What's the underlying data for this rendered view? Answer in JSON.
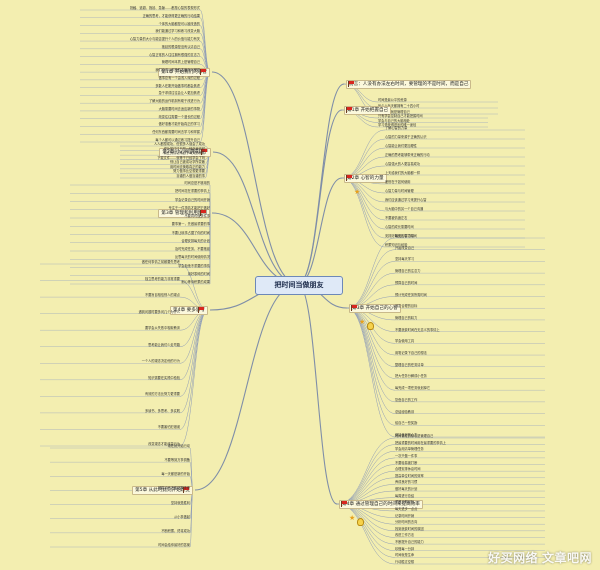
{
  "root": {
    "title": "把时间当做朋友"
  },
  "chapters": [
    {
      "id": "c0",
      "label": "第1章 开始我们的心智",
      "nodes": [
        "抵触、逃避、拖延、急躁……都是心智的表现形式",
        "正确的思考，才能获得更正确的行动结果",
        "个体的大脑都是可以被改造的",
        "我们能通过学习和练习改变大脑",
        "心智力量的大小与能否提升个人的价值与能力有关",
        "拖延的根源是没有认清自己",
        "心智正常的人往往拥有很强的意志力",
        "管理时间本质上是管理自己",
        "我们应该以积极的态度面对困难",
        "做事总有一个由浅入深的过程",
        "多数人在刚开始做事时都会焦虑",
        "急于求成往往会让人更加焦虑",
        "了解大脑的运作机制有助于改进行为",
        "大脑需要时间去适应新的事物",
        "改变往往需要一个漫长的过程",
        "做好准备才能开始真正的学习",
        "任何东西都需要时间去学习和掌握",
        "每个人都可以通过练习提升自己"
      ],
      "icons": [
        "flag"
      ]
    },
    {
      "id": "c1",
      "label": "第2章 小心所谓成功学",
      "nodes": [
        "人人都想成功，但很多人误会了成功",
        "成功学往往只是一种自我安慰",
        "真正的成功来自于每天的积累",
        "下载文件……就等于已经学会了吗",
        "别让自己被成功学所蒙蔽",
        "用时间去换取真正的能力",
        "努力做事比空想更重要",
        "靠谱的人做靠谱的事"
      ],
      "icons": [
        "flag"
      ]
    },
    {
      "id": "c2",
      "label": "第3章 管理和利用时间",
      "nodes": [
        "时间总是不够用的",
        "把时间花在重要的事情上",
        "学会记录自己的时间开销",
        "专注于一件事情才能把它做好",
        "不要同时做多件事",
        "要事第一，先做最重要的事",
        "不要让琐事占据了你的时间",
        "合理安排每天的计划",
        "及时完成任务，不要拖延",
        "反思每天的时间使用情况",
        "学会拒绝不重要的事情",
        "用好零碎的时间",
        "耐心等待积累的成果"
      ],
      "icons": [
        "flag"
      ]
    },
    {
      "id": "c3",
      "label": "第4章 要多思考",
      "nodes": [
        "做任何事情之前都要先思考",
        "独立思考的能力非常重要",
        "不要盲目相信别人的观点",
        "遇到问题时要多问几个为什么",
        "要学会从失败中吸取教训",
        "思考能让我们少走弯路",
        "一个人的观念决定他的行为",
        "知识需要在实践中检验",
        "有效的方法比努力更重要",
        "多读书、多思考、多实践",
        "不要害怕犯错误",
        "改变观念才能改变行为"
      ],
      "icons": [
        "flag"
      ]
    },
    {
      "id": "c4",
      "label": "第5章 从此时此刻开始改变",
      "nodes": [
        "现在就开始行动",
        "不要等到万事俱备",
        "每一天都是新的开始",
        "把握当下才能把握未来",
        "坚持就是胜利",
        "从小事做起",
        "不断积累，终将成功",
        "时间会给你最好的答案"
      ],
      "icons": [
        "flag"
      ]
    },
    {
      "id": "c5",
      "label": "前言：人没有办法左右时间，要管理的不是时间，而是自己",
      "nodes": [
        "时间是最公平的资源",
        "每个人每天都拥有二十四小时",
        "管理时间就是管理自己"
      ],
      "icons": [
        "flag"
      ]
    },
    {
      "id": "c6",
      "label": "第1章 开始把握自己",
      "nodes": [
        "只有学会控制自己才能把握时间",
        "学会与自己的大脑相处",
        "学习是获得进步的唯一途径"
      ],
      "icons": [
        "flag"
      ]
    },
    {
      "id": "c7",
      "label": "第2章 心智的力量",
      "nodes": [
        "了解心智的力量",
        "心智的力量来源于正确的认识",
        "心智能让我们更加理性",
        "正确的思考能够带来正确的行动",
        "心智强大的人更容易成功",
        "上天给我们的大脑都一样",
        "差别在于如何使用",
        "心智力量与时间管理",
        "我们应该通过学习来提升心智",
        "与大脑中的另一个自己沟通",
        "不要被情绪左右",
        "心智的成长需要时间",
        "安排好每天的学习时间",
        "积累知识与经验"
      ],
      "icons": [
        "flag",
        "star"
      ]
    },
    {
      "id": "c8",
      "label": "第3章 开始自己的心智",
      "nodes": [
        "相信心智力量",
        "开始改变自己",
        "坚持每天学习",
        "管理自己的注意力",
        "预算自己的时间",
        "预计完成任务所需时间",
        "设定合理的目标",
        "管理自己的精力",
        "不要浪费时间在无意义的事情上",
        "学会使用工具",
        "用笔记录下自己的想法",
        "整理自己的任务清单",
        "把大任务分解成小任务",
        "每完成一项任务就划掉它",
        "复盘自己的工作",
        "总结经验教训",
        "给自己一些奖励",
        "保持良好的心态"
      ],
      "icons": [
        "flag",
        "star",
        "bulb"
      ]
    },
    {
      "id": "c9",
      "label": "第4章 通过管理自己的时间来提高效率",
      "nodes": [
        "时间管理的核心是管理自己",
        "把最重要的时间用在最重要的事情上",
        "学会用清单管理任务",
        "一次只做一件事",
        "不要轻易被打断",
        "合理安排休息时间",
        "提高单位时间的效率",
        "养成良好的习惯",
        "做好每天的计划",
        "每周进行总结",
        "重视长期目标",
        "每天进步一点点",
        "记录时间开销",
        "分析时间的去向",
        "找到浪费时间的原因",
        "改进工作方法",
        "不断提升自己的能力",
        "珍惜每一分钟",
        "时间就是生命",
        "行动胜过空想"
      ],
      "icons": [
        "flag",
        "star",
        "bulb"
      ]
    }
  ],
  "watermark": "好买网络 文章吧网"
}
